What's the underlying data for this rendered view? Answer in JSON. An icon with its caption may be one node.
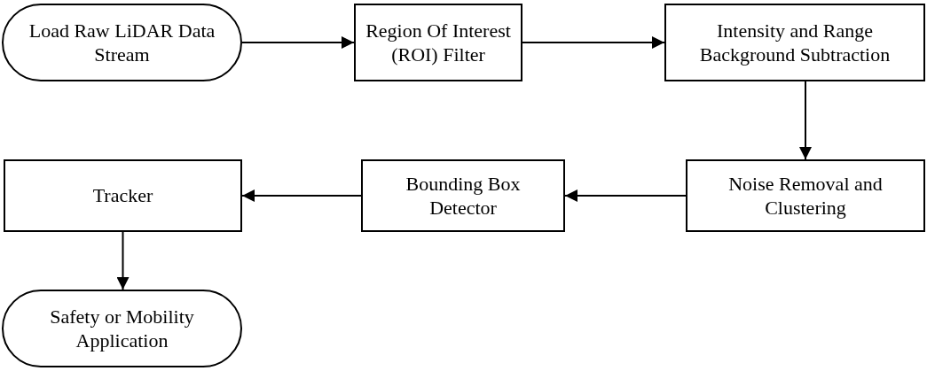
{
  "diagram": {
    "nodes": [
      {
        "text": [
          "Load Raw LiDAR Data Stream"
        ]
      },
      {
        "text": [
          "Region Of Interest (ROI) Filter"
        ]
      },
      {
        "text": [
          "Intensity and Range Background Subtraction"
        ]
      },
      {
        "text": [
          "Noise Removal and Clustering"
        ]
      },
      {
        "text": [
          "Bounding Box Detector"
        ]
      },
      {
        "text": [
          "Tracker"
        ]
      },
      {
        "text": [
          "Safety or Mobility Application"
        ]
      }
    ],
    "edges": [
      {
        "from": 0,
        "to": 1,
        "arrow": "to"
      },
      {
        "from": 1,
        "to": 2,
        "arrow": "to"
      },
      {
        "from": 2,
        "to": 3,
        "arrow": "to"
      },
      {
        "from": 3,
        "to": 4,
        "arrow": "to"
      },
      {
        "from": 4,
        "to": 5,
        "arrow": "to"
      },
      {
        "from": 5,
        "to": 6,
        "arrow": "to"
      }
    ]
  }
}
